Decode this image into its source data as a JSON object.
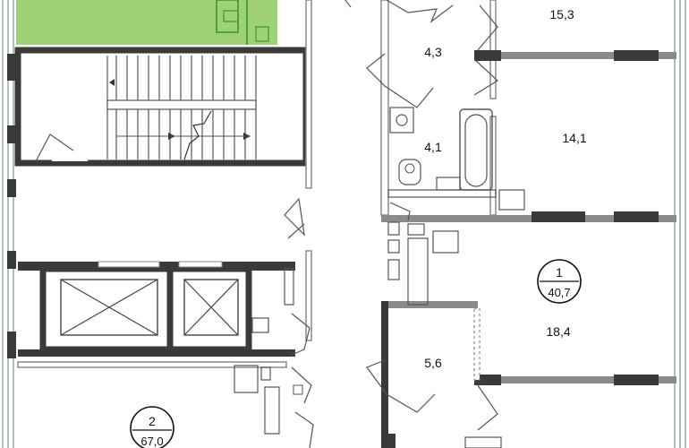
{
  "colors": {
    "wall": "#3a3a3a",
    "thin_wall": "#8a8a8a",
    "window": "#bfc4c4",
    "accent_green": "#9fd178",
    "accent_green_line": "#4fa52e",
    "line": "#444444"
  },
  "rooms": [
    {
      "id": "room-15-3",
      "area": "15,3"
    },
    {
      "id": "room-4-3",
      "area": "4,3"
    },
    {
      "id": "room-4-1",
      "area": "4,1"
    },
    {
      "id": "room-14-1",
      "area": "14,1"
    },
    {
      "id": "room-18-4",
      "area": "18,4"
    },
    {
      "id": "room-5-6",
      "area": "5,6"
    }
  ],
  "apartments": [
    {
      "number": "1",
      "area": "40,7"
    },
    {
      "number": "2",
      "area": "67,0"
    }
  ],
  "icons": [
    "stair-arrow-icon",
    "washbasin-icon",
    "toilet-icon",
    "bathtub-icon",
    "sink-icon",
    "washing-machine-icon",
    "elevator-icon"
  ]
}
